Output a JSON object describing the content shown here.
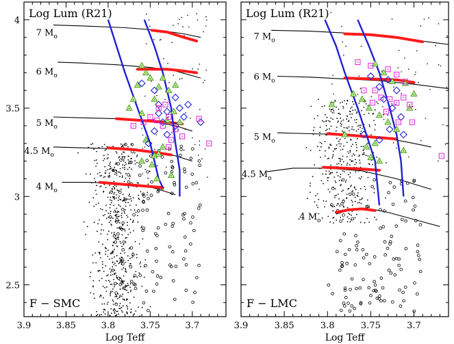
{
  "chart_data": [
    {
      "type": "scatter",
      "panel_label": "F − SMC",
      "title": "Log Lum (R21)",
      "xlabel": "Log Teff",
      "ylabel": "",
      "xlim": [
        3.9,
        3.66
      ],
      "ylim": [
        2.32,
        4.1
      ],
      "xticks": [
        3.9,
        3.85,
        3.8,
        3.75,
        3.7
      ],
      "yticks": [
        2.5,
        3,
        3.5,
        4
      ],
      "tracks": [
        {
          "mass_label": "7 M",
          "label_sub": "o",
          "label_x": 3.873,
          "label_y": 3.91,
          "points": [
            [
              3.865,
              3.97
            ],
            [
              3.83,
              3.965
            ],
            [
              3.78,
              3.955
            ],
            [
              3.74,
              3.94
            ],
            [
              3.71,
              3.92
            ],
            [
              3.69,
              3.9
            ]
          ],
          "red": [
            [
              3.748,
              3.94
            ],
            [
              3.73,
              3.93
            ],
            [
              3.71,
              3.9
            ],
            [
              3.695,
              3.88
            ]
          ]
        },
        {
          "mass_label": "6 M",
          "label_sub": "o",
          "label_x": 3.873,
          "label_y": 3.69,
          "points": [
            [
              3.86,
              3.76
            ],
            [
              3.83,
              3.755
            ],
            [
              3.79,
              3.745
            ],
            [
              3.75,
              3.73
            ],
            [
              3.72,
              3.71
            ],
            [
              3.69,
              3.67
            ]
          ],
          "red": [
            [
              3.765,
              3.72
            ],
            [
              3.73,
              3.72
            ],
            [
              3.71,
              3.71
            ],
            [
              3.695,
              3.7
            ]
          ]
        },
        {
          "mass_label": "5 M",
          "label_sub": "o",
          "label_x": 3.873,
          "label_y": 3.4,
          "points": [
            [
              3.865,
              3.45
            ],
            [
              3.83,
              3.445
            ],
            [
              3.79,
              3.44
            ],
            [
              3.75,
              3.425
            ],
            [
              3.72,
              3.4
            ],
            [
              3.7,
              3.37
            ]
          ],
          "red": [
            [
              3.79,
              3.44
            ],
            [
              3.76,
              3.43
            ],
            [
              3.73,
              3.42
            ],
            [
              3.712,
              3.41
            ]
          ]
        },
        {
          "mass_label": "4.5 M",
          "label_sub": "o",
          "label_x": 3.882,
          "label_y": 3.24,
          "points": [
            [
              3.865,
              3.28
            ],
            [
              3.83,
              3.275
            ],
            [
              3.79,
              3.27
            ],
            [
              3.75,
              3.255
            ],
            [
              3.72,
              3.23
            ],
            [
              3.7,
              3.2
            ]
          ],
          "red": [
            [
              3.8,
              3.275
            ],
            [
              3.77,
              3.265
            ],
            [
              3.745,
              3.25
            ],
            [
              3.725,
              3.235
            ]
          ]
        },
        {
          "mass_label": "4 M",
          "label_sub": "o",
          "label_x": 3.873,
          "label_y": 3.04,
          "points": [
            [
              3.855,
              3.08
            ],
            [
              3.825,
              3.08
            ],
            [
              3.79,
              3.075
            ],
            [
              3.76,
              3.065
            ],
            [
              3.74,
              3.04
            ],
            [
              3.72,
              3.01
            ]
          ],
          "red": [
            [
              3.81,
              3.08
            ],
            [
              3.785,
              3.07
            ],
            [
              3.76,
              3.06
            ],
            [
              3.735,
              3.05
            ]
          ]
        }
      ],
      "instability_strip": [
        [
          [
            3.8,
            4.0
          ],
          [
            3.79,
            3.85
          ],
          [
            3.78,
            3.7
          ],
          [
            3.765,
            3.5
          ],
          [
            3.75,
            3.3
          ],
          [
            3.74,
            3.1
          ],
          [
            3.735,
            3.05
          ]
        ],
        [
          [
            3.757,
            4.0
          ],
          [
            3.745,
            3.85
          ],
          [
            3.735,
            3.7
          ],
          [
            3.725,
            3.5
          ],
          [
            3.72,
            3.3
          ],
          [
            3.715,
            3.15
          ],
          [
            3.715,
            3.0
          ]
        ]
      ],
      "markers": {
        "triangles": [
          [
            3.76,
            3.74
          ],
          [
            3.765,
            3.63
          ],
          [
            3.755,
            3.7
          ],
          [
            3.75,
            3.67
          ],
          [
            3.74,
            3.62
          ],
          [
            3.735,
            3.67
          ],
          [
            3.728,
            3.6
          ],
          [
            3.72,
            3.63
          ],
          [
            3.77,
            3.55
          ],
          [
            3.775,
            3.5
          ],
          [
            3.76,
            3.47
          ],
          [
            3.745,
            3.55
          ],
          [
            3.73,
            3.43
          ],
          [
            3.722,
            3.48
          ],
          [
            3.715,
            3.42
          ],
          [
            3.755,
            3.32
          ],
          [
            3.745,
            3.23
          ],
          [
            3.76,
            3.2
          ],
          [
            3.748,
            3.18
          ],
          [
            3.735,
            3.28
          ],
          [
            3.74,
            3.24
          ],
          [
            3.725,
            3.12
          ],
          [
            3.742,
            3.1
          ]
        ],
        "diamonds": [
          [
            3.76,
            3.64
          ],
          [
            3.745,
            3.6
          ],
          [
            3.74,
            3.52
          ],
          [
            3.72,
            3.56
          ],
          [
            3.73,
            3.48
          ],
          [
            3.715,
            3.5
          ],
          [
            3.705,
            3.52
          ],
          [
            3.74,
            3.47
          ],
          [
            3.735,
            3.42
          ],
          [
            3.745,
            3.37
          ],
          [
            3.73,
            3.35
          ],
          [
            3.72,
            3.4
          ],
          [
            3.71,
            3.45
          ],
          [
            3.69,
            3.42
          ],
          [
            3.752,
            3.3
          ]
        ],
        "squares": [
          [
            3.77,
            3.4
          ],
          [
            3.758,
            3.42
          ],
          [
            3.75,
            3.45
          ],
          [
            3.742,
            3.43
          ],
          [
            3.735,
            3.4
          ],
          [
            3.728,
            3.45
          ],
          [
            3.72,
            3.38
          ],
          [
            3.725,
            3.32
          ],
          [
            3.712,
            3.34
          ],
          [
            3.74,
            3.5
          ],
          [
            3.728,
            3.28
          ],
          [
            3.692,
            3.44
          ],
          [
            3.68,
            3.3
          ],
          [
            3.732,
            3.52
          ]
        ]
      },
      "seed": 7,
      "dots": {
        "count": 560,
        "x_center": 3.79,
        "x_spread": 0.022,
        "y_min": 2.32,
        "y_max": 3.3
      },
      "circles": {
        "count": 140,
        "x_min": 3.69,
        "x_max": 3.8,
        "y_min": 2.35,
        "y_max": 3.3
      },
      "sparse": {
        "count": 80,
        "x_min": 3.68,
        "x_max": 3.76,
        "y_min": 3.0,
        "y_max": 4.05
      }
    },
    {
      "type": "scatter",
      "panel_label": "F − LMC",
      "title": "Log Lum (R21)",
      "xlabel": "Log Teff",
      "ylabel": "",
      "xlim": [
        3.9,
        3.66
      ],
      "ylim": [
        2.32,
        4.1
      ],
      "xticks": [
        3.9,
        3.85,
        3.8,
        3.75,
        3.7
      ],
      "yticks": [
        2.5,
        3,
        3.5,
        4
      ],
      "tracks": [
        {
          "mass_label": "7 M",
          "label_sub": "o",
          "label_x": 3.873,
          "label_y": 3.89,
          "points": [
            [
              3.865,
              3.94
            ],
            [
              3.82,
              3.935
            ],
            [
              3.78,
              3.925
            ],
            [
              3.74,
              3.91
            ],
            [
              3.7,
              3.885
            ],
            [
              3.66,
              3.86
            ]
          ],
          "red": [
            [
              3.78,
              3.92
            ],
            [
              3.75,
              3.915
            ],
            [
              3.72,
              3.9
            ],
            [
              3.69,
              3.875
            ]
          ]
        },
        {
          "mass_label": "6 M",
          "label_sub": "o",
          "label_x": 3.873,
          "label_y": 3.66,
          "points": [
            [
              3.858,
              3.68
            ],
            [
              3.82,
              3.675
            ],
            [
              3.78,
              3.665
            ],
            [
              3.74,
              3.655
            ],
            [
              3.7,
              3.635
            ],
            [
              3.66,
              3.61
            ]
          ],
          "red": [
            [
              3.78,
              3.67
            ],
            [
              3.75,
              3.665
            ],
            [
              3.72,
              3.66
            ],
            [
              3.7,
              3.645
            ]
          ]
        },
        {
          "mass_label": "5 M",
          "label_sub": "o",
          "label_x": 3.873,
          "label_y": 3.32,
          "points": [
            [
              3.858,
              3.36
            ],
            [
              3.82,
              3.355
            ],
            [
              3.78,
              3.35
            ],
            [
              3.74,
              3.335
            ],
            [
              3.71,
              3.31
            ],
            [
              3.68,
              3.28
            ]
          ],
          "red": [
            [
              3.8,
              3.355
            ],
            [
              3.77,
              3.345
            ],
            [
              3.745,
              3.335
            ],
            [
              3.72,
              3.325
            ]
          ]
        },
        {
          "mass_label": "4.5 M",
          "label_sub": "o",
          "label_x": 3.882,
          "label_y": 3.11,
          "points": [
            [
              3.87,
              3.14
            ],
            [
              3.84,
              3.16
            ],
            [
              3.8,
              3.16
            ],
            [
              3.76,
              3.145
            ],
            [
              3.72,
              3.1
            ],
            [
              3.68,
              3.04
            ]
          ],
          "red": [
            [
              3.805,
              3.165
            ],
            [
              3.78,
              3.16
            ],
            [
              3.758,
              3.155
            ],
            [
              3.74,
              3.148
            ]
          ]
        },
        {
          "mass_label": "4 M",
          "label_sub": "o",
          "label_x": 3.82,
          "label_y": 2.87,
          "points": [
            [
              3.79,
              2.9
            ],
            [
              3.77,
              2.93
            ],
            [
              3.75,
              2.93
            ],
            [
              3.73,
              2.91
            ],
            [
              3.7,
              2.87
            ],
            [
              3.67,
              2.83
            ]
          ],
          "red": [
            [
              3.79,
              2.91
            ],
            [
              3.775,
              2.925
            ],
            [
              3.76,
              2.93
            ],
            [
              3.745,
              2.92
            ]
          ]
        }
      ],
      "instability_strip": [
        [
          [
            3.803,
            4.0
          ],
          [
            3.79,
            3.85
          ],
          [
            3.78,
            3.7
          ],
          [
            3.765,
            3.5
          ],
          [
            3.755,
            3.35
          ],
          [
            3.745,
            3.2
          ],
          [
            3.74,
            2.95
          ]
        ],
        [
          [
            3.765,
            4.0
          ],
          [
            3.752,
            3.85
          ],
          [
            3.74,
            3.7
          ],
          [
            3.728,
            3.5
          ],
          [
            3.72,
            3.35
          ],
          [
            3.715,
            3.2
          ],
          [
            3.712,
            3.0
          ]
        ]
      ],
      "markers": {
        "triangles": [
          [
            3.745,
            3.75
          ],
          [
            3.735,
            3.7
          ],
          [
            3.725,
            3.65
          ],
          [
            3.77,
            3.58
          ],
          [
            3.76,
            3.55
          ],
          [
            3.752,
            3.5
          ],
          [
            3.74,
            3.46
          ],
          [
            3.71,
            3.64
          ],
          [
            3.7,
            3.58
          ],
          [
            3.705,
            3.5
          ],
          [
            3.73,
            3.42
          ],
          [
            3.72,
            3.38
          ],
          [
            3.755,
            3.28
          ],
          [
            3.745,
            3.3
          ],
          [
            3.75,
            3.22
          ],
          [
            3.74,
            3.2
          ],
          [
            3.712,
            3.26
          ],
          [
            3.78,
            3.35
          ],
          [
            3.795,
            3.52
          ]
        ],
        "diamonds": [
          [
            3.75,
            3.68
          ],
          [
            3.74,
            3.62
          ],
          [
            3.73,
            3.66
          ],
          [
            3.72,
            3.6
          ],
          [
            3.735,
            3.55
          ],
          [
            3.725,
            3.5
          ],
          [
            3.715,
            3.45
          ],
          [
            3.728,
            3.38
          ],
          [
            3.712,
            3.35
          ],
          [
            3.74,
            3.32
          ],
          [
            3.758,
            3.35
          ]
        ],
        "squares": [
          [
            3.765,
            3.76
          ],
          [
            3.75,
            3.74
          ],
          [
            3.73,
            3.72
          ],
          [
            3.72,
            3.69
          ],
          [
            3.71,
            3.65
          ],
          [
            3.745,
            3.6
          ],
          [
            3.738,
            3.56
          ],
          [
            3.728,
            3.55
          ],
          [
            3.72,
            3.53
          ],
          [
            3.712,
            3.56
          ],
          [
            3.705,
            3.52
          ],
          [
            3.732,
            3.48
          ],
          [
            3.718,
            3.42
          ],
          [
            3.702,
            3.42
          ],
          [
            3.748,
            3.53
          ],
          [
            3.758,
            3.6
          ],
          [
            3.668,
            3.23
          ]
        ]
      },
      "seed": 13,
      "dots": {
        "count": 380,
        "x_center": 3.78,
        "x_spread": 0.026,
        "y_min": 2.85,
        "y_max": 3.55
      },
      "circles": {
        "count": 120,
        "x_min": 3.69,
        "x_max": 3.8,
        "y_min": 2.35,
        "y_max": 3.1
      },
      "sparse": {
        "count": 70,
        "x_min": 3.66,
        "x_max": 3.8,
        "y_min": 3.2,
        "y_max": 4.05
      }
    }
  ],
  "colors": {
    "track": "#000000",
    "red_segment": "#ff1a1a",
    "strip": "#1f1fd6",
    "triangle": "#4a9c1e",
    "triangle_fill": "#c8f0a0",
    "diamond": "#1f1fd6",
    "square": "#e020e0",
    "dot": "#000000"
  }
}
